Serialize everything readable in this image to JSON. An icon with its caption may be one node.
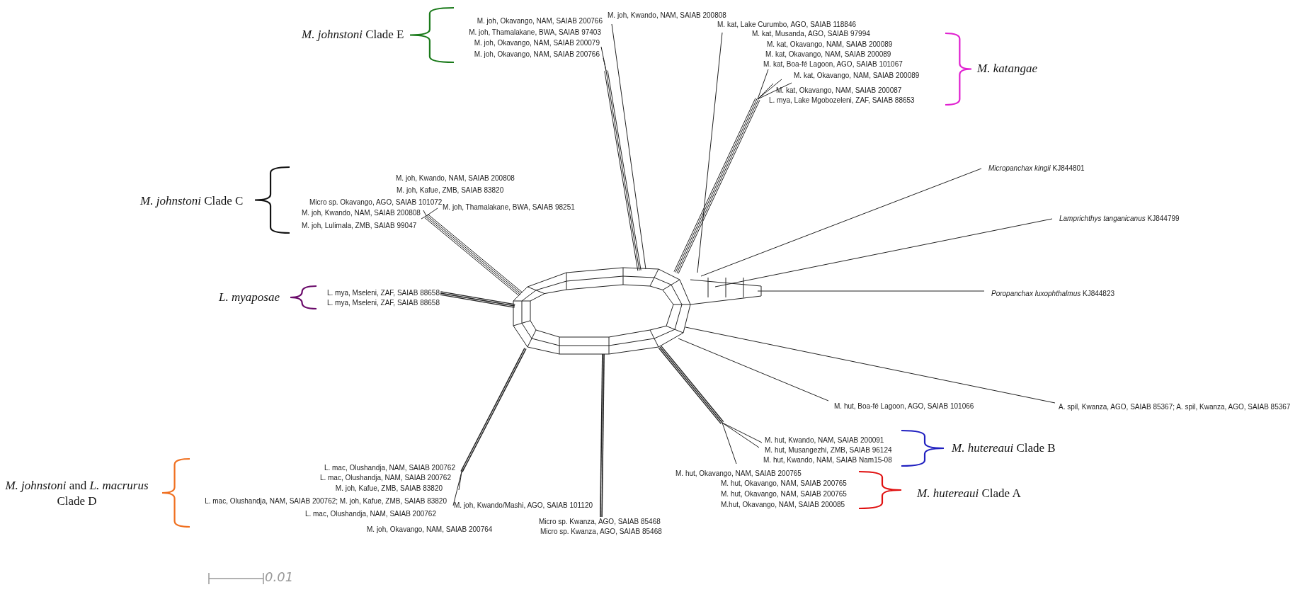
{
  "diagram": {
    "labels": [
      "M. joh, Kwando, NAM, SAIAB 200808",
      "M. joh, Okavango, NAM, SAIAB 200766",
      "M. kat, Lake Curumbo, AGO, SAIAB 118846",
      "*M. johnstoni* Clade E",
      "M. joh, Thamalakane, BWA, SAIAB 97403",
      "M. kat, Musanda, AGO, SAIAB 97994",
      "M. joh, Okavango, NAM, SAIAB 200079",
      "M. kat, Okavango, NAM, SAIAB 200089",
      "M. joh, Okavango, NAM, SAIAB 200766",
      "M. kat, Okavango, NAM, SAIAB 200089",
      "M. katangae",
      "M. kat, Boa-fé Lagoon, AGO, SAIAB 101067",
      "M. kat, Okavango, NAM, SAIAB 200089",
      "M. kat, Okavango, NAM, SAIAB 200087",
      "L. mya, Lake Mgobozeleni, ZAF, SAIAB 88653",
      "*Micropanchax kingii* KJ844801",
      "M. joh, Kwando, NAM, SAIAB 200808",
      "M. joh, Kafue, ZMB, SAIAB 83820",
      "*M. johnstoni* Clade C",
      "Micro sp. Okavango, AGO, SAIAB 101072",
      "M. joh, Thamalakane, BWA, SAIAB 98251",
      "M. joh, Kwando, NAM, SAIAB 200808",
      "*Lamprichthys tanganicanus* KJ844799",
      "M. joh, Lulimala, ZMB, SAIAB 99047",
      "L. mya, Mseleni, ZAF, SAIAB 88658",
      "*Poropanchax luxophthalmus* KJ844823",
      "L. myaposae",
      "L. mya, Mseleni, ZAF, SAIAB 88658",
      "M. hut, Boa-fé Lagoon, AGO, SAIAB 101066",
      "A. spil, Kwanza, AGO, SAIAB 85367; A. spil, Kwanza, AGO, SAIAB 85367",
      "M. hut, Kwando, NAM, SAIAB 200091",
      "*M. hutereaui* Clade B",
      "M. hut, Musangezhi, ZMB, SAIAB 96124",
      "M. hut, Kwando, NAM, SAIAB Nam15-08",
      "L. mac, Olushandja, NAM, SAIAB 200762",
      "M. hut, Okavango, NAM, SAIAB 200765",
      "L. mac, Olushandja, NAM, SAIAB 200762",
      "*M. johnstoni* and *L. macrurus* Clade D",
      "M. hut, Okavango, NAM, SAIAB 200765",
      "M. joh, Kafue, ZMB, SAIAB 83820",
      "*M. hutereaui* Clade A",
      "M. hut, Okavango, NAM, SAIAB 200765",
      "L. mac, Olushandja, NAM, SAIAB 200762; M. joh, Kafue, ZMB, SAIAB 83820",
      "M.hut, Okavango, NAM, SAIAB 200085",
      "M. joh, Kwando/Mashi, AGO, SAIAB 101120",
      "L. mac, Olushandja, NAM, SAIAB 200762",
      "Micro sp. Kwanza, AGO, SAIAB 85468",
      "M. joh, Okavango, NAM, SAIAB 200764",
      "Micro sp. Kwanza, AGO, SAIAB 85468",
      "0.01"
    ]
  }
}
